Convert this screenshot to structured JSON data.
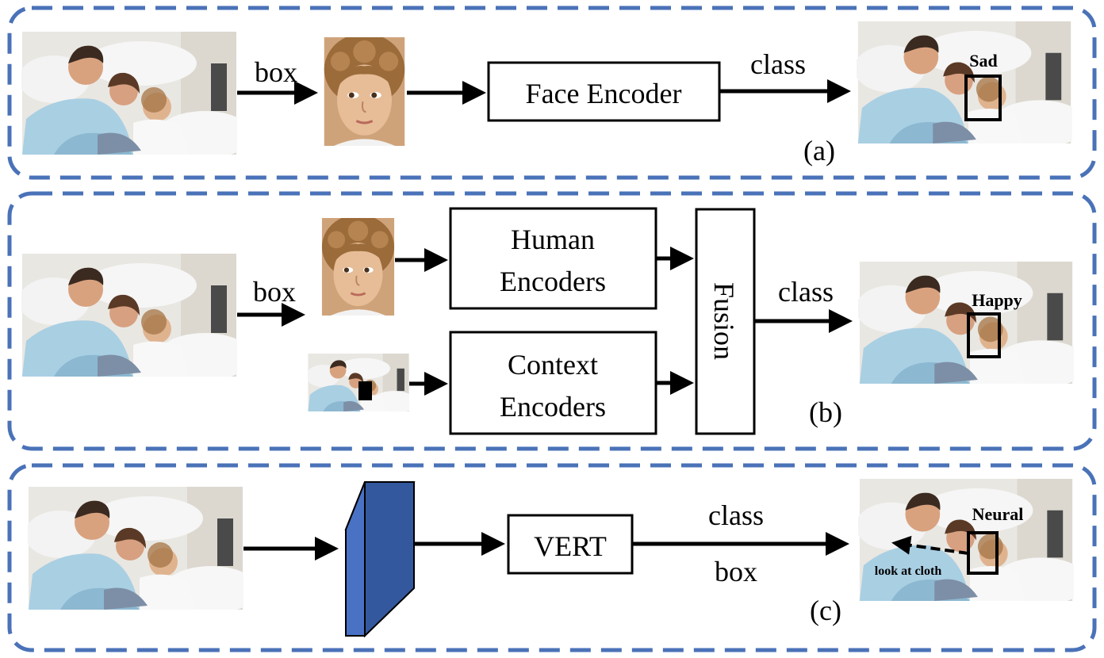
{
  "panels": {
    "a": {
      "tag": "(a)",
      "box_arrow_label": "box",
      "encoder_label": "Face Encoder",
      "class_arrow_label": "class",
      "emotion_label": "Sad"
    },
    "b": {
      "tag": "(b)",
      "box_arrow_label": "box",
      "human_encoder_line1": "Human",
      "human_encoder_line2": "Encoders",
      "context_encoder_line1": "Context",
      "context_encoder_line2": "Encoders",
      "fusion_label": "Fusion",
      "class_arrow_label": "class",
      "emotion_label": "Happy"
    },
    "c": {
      "tag": "(c)",
      "model_label": "VERT",
      "class_arrow_label": "class",
      "box_arrow_label": "box",
      "emotion_label": "Neural",
      "gaze_label": "look at cloth"
    }
  },
  "colors": {
    "panel_border": "#4a72b8",
    "feature_block": "#4a72c4",
    "feature_block_side": "#1f3a73",
    "feature_block_top": "#6a8fd6"
  },
  "images": {
    "scene_photo": "family-scene-image",
    "face_crop": "child-face-image",
    "masked_scene": "masked-context-image"
  }
}
